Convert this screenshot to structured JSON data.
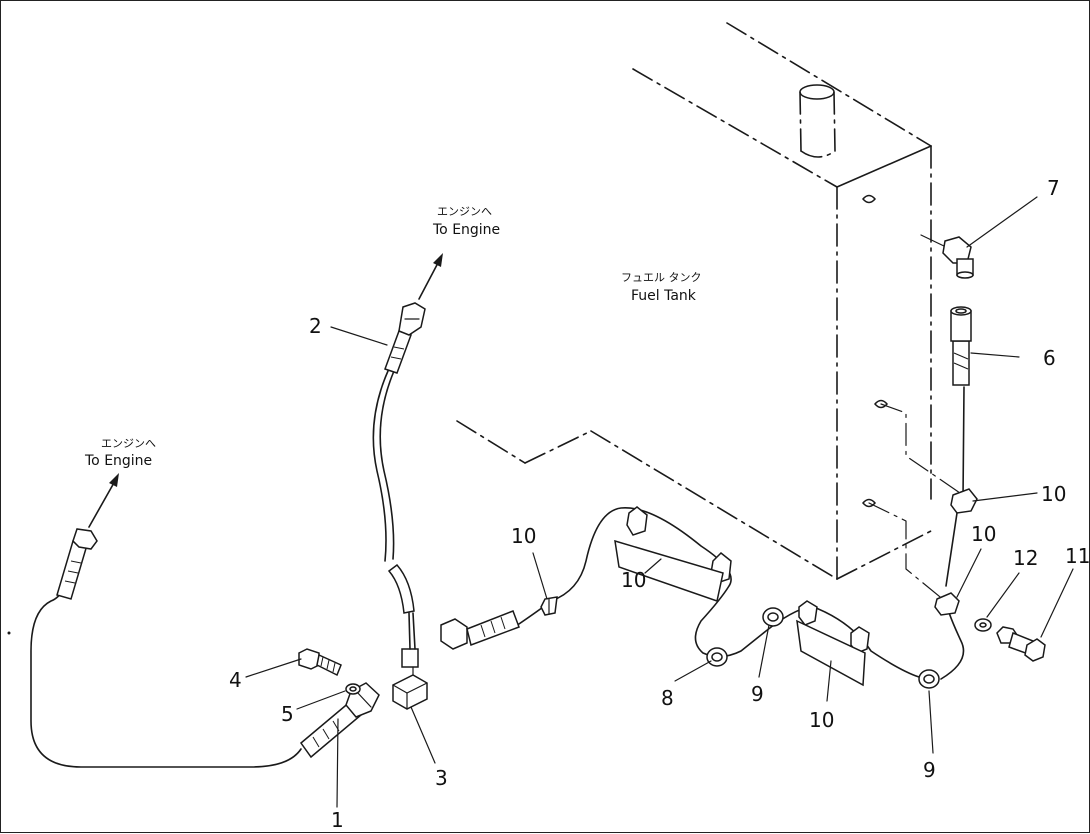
{
  "labels": {
    "to_engine_jp_left": "エンジンへ",
    "to_engine_en_left": "To Engine",
    "to_engine_jp_top": "エンジンへ",
    "to_engine_en_top": "To Engine",
    "fuel_tank_jp": "フュエル タンク",
    "fuel_tank_en": "Fuel Tank"
  },
  "callouts": {
    "c1": "1",
    "c2": "2",
    "c3": "3",
    "c4": "4",
    "c5": "5",
    "c6": "6",
    "c7": "7",
    "c8": "8",
    "c9a": "9",
    "c9b": "9",
    "c10a": "10",
    "c10b": "10",
    "c10c": "10",
    "c10d": "10",
    "c10e": "10",
    "c11": "11",
    "c12": "12"
  }
}
